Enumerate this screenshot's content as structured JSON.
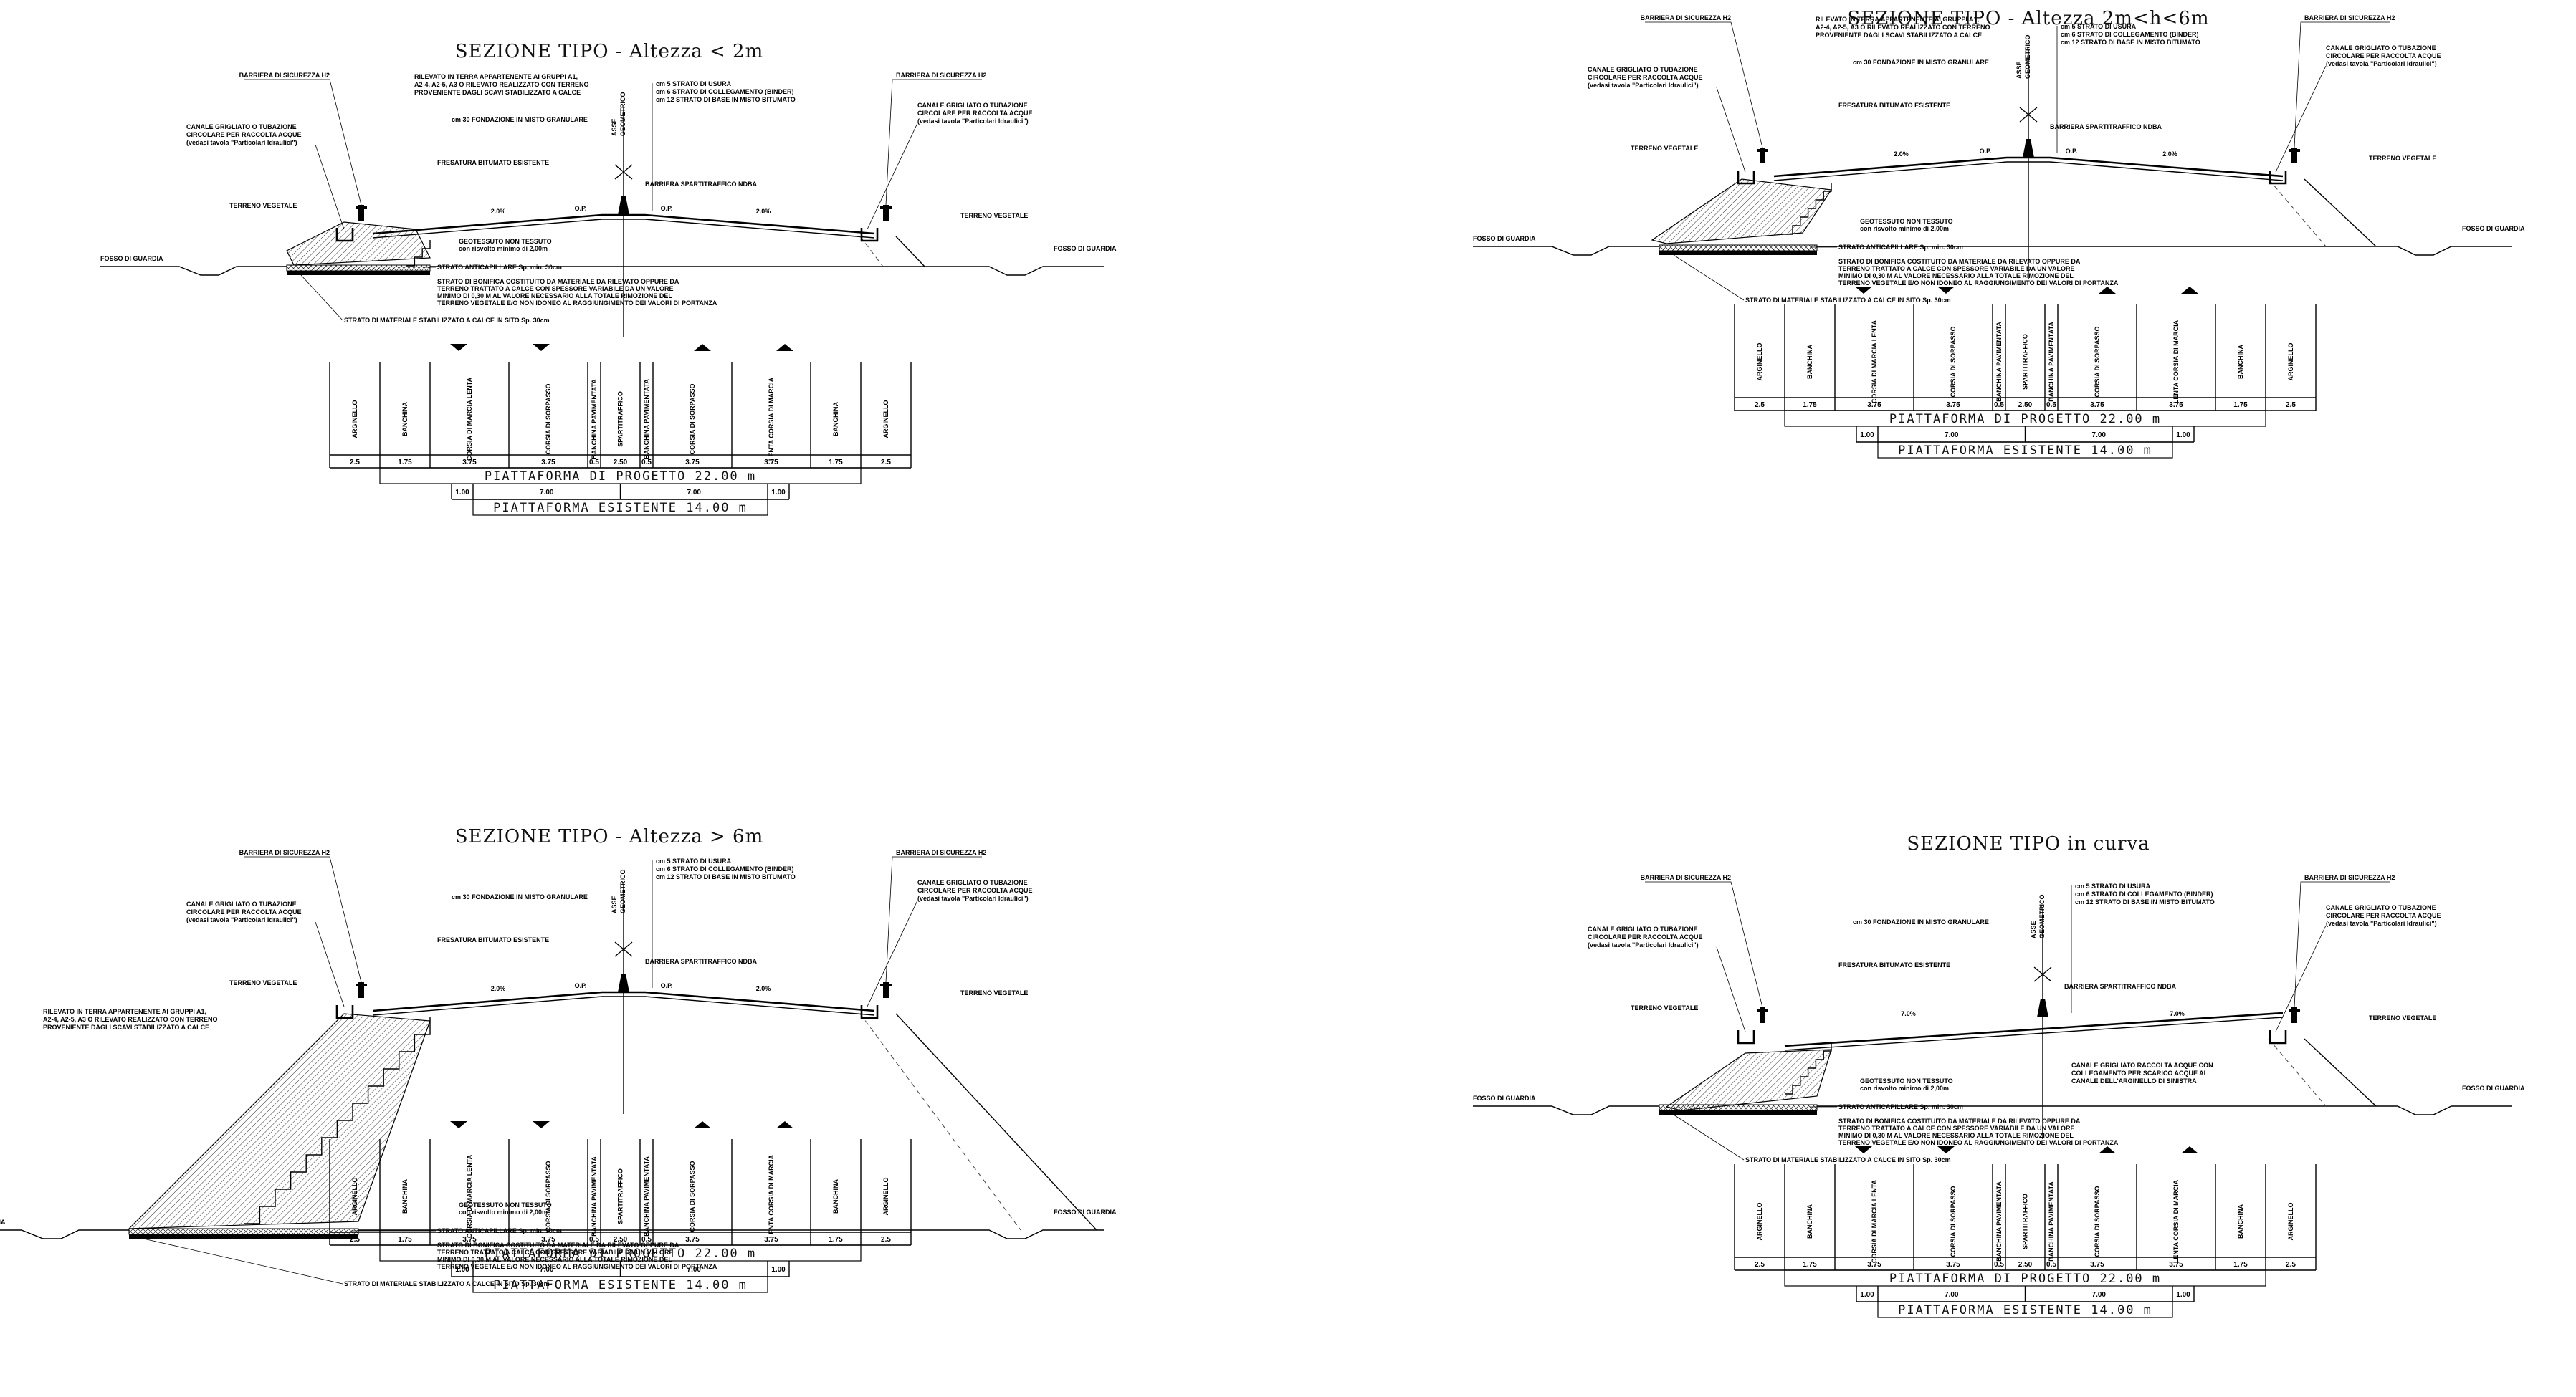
{
  "sections": [
    {
      "id": "s1",
      "title": "SEZIONE  TIPO - Altezza < 2m",
      "labels": {
        "barrier_left": "BARRIERA DI SICUREZZA H2",
        "barrier_right": "BARRIERA DI SICUREZZA H2",
        "embankment": [
          "RILEVATO IN TERRA APPARTENENTE AI GRUPPI A1,",
          "A2-4, A2-5, A3 O RILEVATO REALIZZATO CON TERRENO",
          "PROVENIENTE DAGLI SCAVI STABILIZZATO A CALCE"
        ],
        "axis": [
          "ASSE",
          "GEOMETRICO"
        ],
        "pavement": [
          "cm  5 STRATO DI USURA",
          "cm  6 STRATO DI COLLEGAMENTO (BINDER)",
          "cm  12 STRATO DI BASE IN MISTO BITUMATO"
        ],
        "foundation": "cm 30 FONDAZIONE IN MISTO GRANULARE",
        "channel_left": [
          "CANALE GRIGLIATO O TUBAZIONE",
          "CIRCOLARE PER RACCOLTA ACQUE",
          "(vedasi tavola \"Particolari Idraulici\")"
        ],
        "channel_right": [
          "CANALE GRIGLIATO O TUBAZIONE",
          "CIRCOLARE PER RACCOLTA ACQUE",
          "(vedasi tavola \"Particolari Idraulici\")"
        ],
        "milling": "FRESATURA BITUMATO ESISTENTE",
        "traffic_divider": "BARRIERA SPARTITRAFFICO NDBA",
        "veg_left": "TERRENO VEGETALE",
        "veg_right": "TERRENO VEGETALE",
        "ditch_left": "FOSSO DI GUARDIA",
        "ditch_right": "FOSSO DI GUARDIA",
        "geotextile": [
          "GEOTESSUTO NON TESSUTO",
          "con risvolto minimo di 2,00m"
        ],
        "capillary": "STRATO ANTICAPILLARE Sp. min. 30cm",
        "remediation": [
          "STRATO DI BONIFICA COSTITUITO DA MATERIALE DA RILEVATO OPPURE DA",
          "TERRENO TRATTATO A CALCE CON SPESSORE VARIABILE DA UN VALORE",
          "MINIMO DI 0,30 M AL VALORE NECESSARIO ALLA TOTALE RIMOZIONE DEL",
          "TERRENO VEGETALE E/O NON IDONEO AL RAGGIUNGIMENTO DEI VALORI DI PORTANZA"
        ],
        "lime": "STRATO DI MATERIALE STABILIZZATO A CALCE IN SITO Sp. 30cm",
        "slope_left": "2.0%",
        "slope_right": "2.0%",
        "op_left": "O.P.",
        "op_right": "O.P."
      }
    },
    {
      "id": "s2",
      "title": "SEZIONE  TIPO - Altezza 2m<h<6m",
      "labels": {
        "barrier_left": "BARRIERA DI SICUREZZA H2",
        "barrier_right": "BARRIERA DI SICUREZZA H2",
        "embankment": [
          "RILEVATO IN TERRA APPARTENENTE AI GRUPPI A1,",
          "A2-4, A2-5, A3 O RILEVATO REALIZZATO CON TERRENO",
          "PROVENIENTE DAGLI SCAVI STABILIZZATO A CALCE"
        ],
        "axis": [
          "ASSE",
          "GEOMETRICO"
        ],
        "pavement": [
          "cm  5 STRATO DI USURA",
          "cm  6 STRATO DI COLLEGAMENTO (BINDER)",
          "cm  12 STRATO DI BASE IN MISTO BITUMATO"
        ],
        "foundation": "cm 30 FONDAZIONE IN MISTO GRANULARE",
        "channel_left": [
          "CANALE GRIGLIATO O TUBAZIONE",
          "CIRCOLARE PER RACCOLTA ACQUE",
          "(vedasi tavola \"Particolari Idraulici\")"
        ],
        "channel_right": [
          "CANALE GRIGLIATO O TUBAZIONE",
          "CIRCOLARE PER RACCOLTA ACQUE",
          "(vedasi tavola \"Particolari Idraulici\")"
        ],
        "milling": "FRESATURA BITUMATO ESISTENTE",
        "traffic_divider": "BARRIERA SPARTITRAFFICO NDBA",
        "veg_left": "TERRENO VEGETALE",
        "veg_right": "TERRENO VEGETALE",
        "ditch_left": "FOSSO DI GUARDIA",
        "ditch_right": "FOSSO DI GUARDIA",
        "geotextile": [
          "GEOTESSUTO NON TESSUTO",
          "con risvolto minimo di 2,00m"
        ],
        "capillary": "STRATO ANTICAPILLARE Sp. min. 30cm",
        "remediation": [
          "STRATO DI BONIFICA COSTITUITO DA MATERIALE DA RILEVATO OPPURE DA",
          "TERRENO TRATTATO A CALCE CON SPESSORE VARIABILE DA UN VALORE",
          "MINIMO DI 0,30 M AL VALORE NECESSARIO ALLA TOTALE RIMOZIONE DEL",
          "TERRENO VEGETALE E/O NON IDONEO AL RAGGIUNGIMENTO DEI VALORI DI PORTANZA"
        ],
        "lime": "STRATO DI MATERIALE STABILIZZATO A CALCE IN SITO Sp. 30cm",
        "slope_left": "2.0%",
        "slope_right": "2.0%",
        "op_left": "O.P.",
        "op_right": "O.P."
      }
    },
    {
      "id": "s3",
      "title": "SEZIONE  TIPO - Altezza > 6m",
      "labels": {
        "barrier_left": "BARRIERA DI SICUREZZA H2",
        "barrier_right": "BARRIERA DI SICUREZZA H2",
        "embankment": [
          "RILEVATO IN TERRA APPARTENENTE AI GRUPPI A1,",
          "A2-4, A2-5, A3 O RILEVATO REALIZZATO CON TERRENO",
          "PROVENIENTE DAGLI SCAVI STABILIZZATO A CALCE"
        ],
        "axis": [
          "ASSE",
          "GEOMETRICO"
        ],
        "pavement": [
          "cm  5 STRATO DI USURA",
          "cm  6 STRATO DI COLLEGAMENTO (BINDER)",
          "cm  12 STRATO DI BASE IN MISTO BITUMATO"
        ],
        "foundation": "cm 30 FONDAZIONE IN MISTO GRANULARE",
        "channel_left": [
          "CANALE GRIGLIATO O TUBAZIONE",
          "CIRCOLARE PER RACCOLTA ACQUE",
          "(vedasi tavola \"Particolari Idraulici\")"
        ],
        "channel_right": [
          "CANALE GRIGLIATO O TUBAZIONE",
          "CIRCOLARE PER RACCOLTA ACQUE",
          "(vedasi tavola \"Particolari Idraulici\")"
        ],
        "milling": "FRESATURA BITUMATO ESISTENTE",
        "traffic_divider": "BARRIERA SPARTITRAFFICO NDBA",
        "veg_left": "TERRENO VEGETALE",
        "veg_right": "TERRENO VEGETALE",
        "ditch_left": "FOSSO DI GUARDIA",
        "ditch_right": "FOSSO DI GUARDIA",
        "geotextile": [
          "GEOTESSUTO NON TESSUTO",
          "con risvolto minimo di 2,00m"
        ],
        "capillary": "STRATO ANTICAPILLARE Sp. min. 30cm",
        "remediation": [
          "STRATO DI BONIFICA COSTITUITO DA MATERIALE DA RILEVATO OPPURE DA",
          "TERRENO TRATTATO A CALCE CON SPESSORE VARIABILE DA UN VALORE",
          "MINIMO DI 0,30 M AL VALORE NECESSARIO ALLA TOTALE RIMOZIONE DEL",
          "TERRENO VEGETALE E/O NON IDONEO AL RAGGIUNGIMENTO DEI VALORI DI PORTANZA"
        ],
        "lime": "STRATO DI MATERIALE STABILIZZATO A CALCE IN SITO Sp. 30cm",
        "slope_left": "2.0%",
        "slope_right": "2.0%",
        "op_left": "O.P.",
        "op_right": "O.P."
      }
    },
    {
      "id": "s4",
      "title": "SEZIONE  TIPO in curva",
      "labels": {
        "barrier_left": "BARRIERA DI SICUREZZA H2",
        "barrier_right": "BARRIERA DI SICUREZZA H2",
        "embankment": [],
        "axis": [
          "ASSE",
          "GEOMETRICO"
        ],
        "pavement": [
          "cm  5 STRATO DI USURA",
          "cm  6 STRATO DI COLLEGAMENTO (BINDER)",
          "cm  12 STRATO DI BASE IN MISTO BITUMATO"
        ],
        "foundation": "cm 30 FONDAZIONE IN MISTO GRANULARE",
        "channel_left": [
          "CANALE GRIGLIATO O TUBAZIONE",
          "CIRCOLARE PER RACCOLTA ACQUE",
          "(vedasi tavola \"Particolari Idraulici\")"
        ],
        "channel_right": [
          "CANALE GRIGLIATO O TUBAZIONE",
          "CIRCOLARE PER RACCOLTA ACQUE",
          "(vedasi tavola \"Particolari Idraulici\")"
        ],
        "milling": "FRESATURA BITUMATO ESISTENTE",
        "traffic_divider": "BARRIERA SPARTITRAFFICO NDBA",
        "veg_left": "TERRENO VEGETALE",
        "veg_right": "TERRENO VEGETALE",
        "ditch_left": "FOSSO DI GUARDIA",
        "ditch_right": "FOSSO DI GUARDIA",
        "geotextile": [
          "GEOTESSUTO NON TESSUTO",
          "con risvolto minimo di 2,00m"
        ],
        "capillary": "STRATO ANTICAPILLARE Sp. min. 30cm",
        "remediation": [
          "STRATO DI BONIFICA COSTITUITO DA MATERIALE DA RILEVATO OPPURE DA",
          "TERRENO TRATTATO A CALCE CON SPESSORE VARIABILE DA UN VALORE",
          "MINIMO DI 0,30 M AL VALORE NECESSARIO ALLA TOTALE RIMOZIONE DEL",
          "TERRENO VEGETALE E/O NON IDONEO AL RAGGIUNGIMENTO DEI VALORI DI PORTANZA"
        ],
        "lime": "STRATO DI MATERIALE STABILIZZATO A CALCE IN SITO Sp. 30cm",
        "slope_left": "7.0%",
        "slope_right": "7.0%",
        "op_left": "",
        "op_right": "",
        "curve_channel": [
          "CANALE GRIGLIATO RACCOLTA ACQUE  CON",
          "COLLEGAMENTO PER SCARICO ACQUE AL",
          "CANALE DELL'ARGINELLO DI SINISTRA"
        ]
      }
    }
  ],
  "lane_table": {
    "columns": [
      "ARGINELLO",
      "BANCHINA",
      "CORSIA DI MARCIA LENTA",
      "CORSIA DI SORPASSO",
      "BANCHINA PAVIMENTATA",
      "SPARTITRAFFICO",
      "BANCHINA PAVIMENTATA",
      "CORSIA DI SORPASSO",
      "LENTA CORSIA DI MARCIA",
      "BANCHINA",
      "ARGINELLO"
    ],
    "widths": [
      "2.5",
      "1.75",
      "3.75",
      "3.75",
      "0.5",
      "2.50",
      "0.5",
      "3.75",
      "3.75",
      "1.75",
      "2.5"
    ],
    "project_label": "PIATTAFORMA  DI  PROGETTO  22.00  m",
    "existing_widths": [
      "1.00",
      "7.00",
      "7.00",
      "1.00"
    ],
    "existing_label": "PIATTAFORMA  ESISTENTE  14.00  m"
  }
}
